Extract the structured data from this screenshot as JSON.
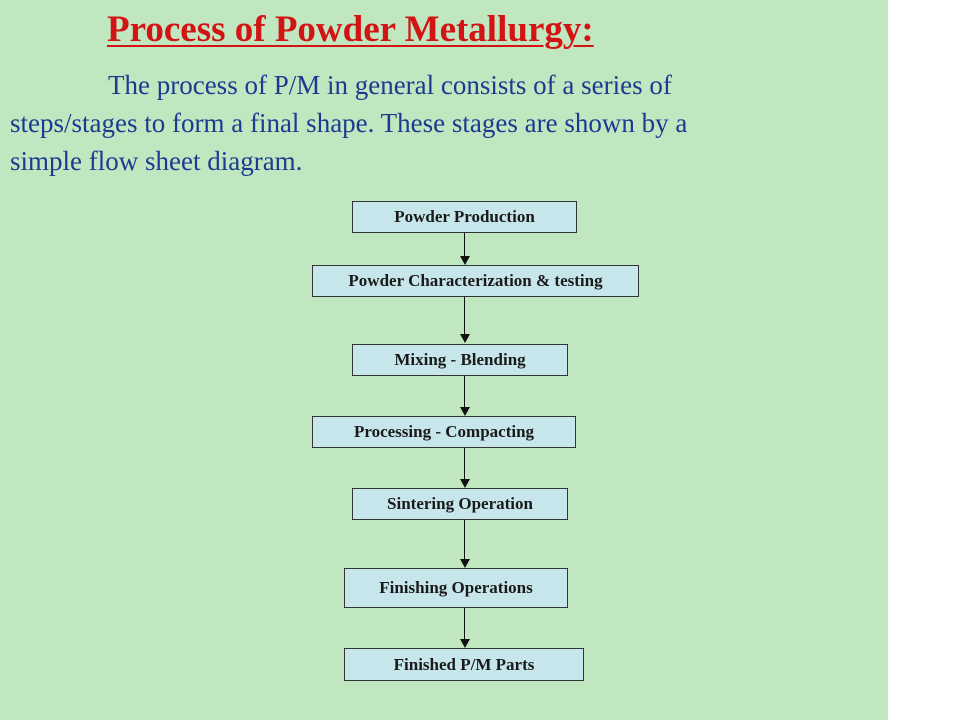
{
  "slide": {
    "title": "Process of Powder Metallurgy:",
    "intro_lines": [
      "The process of P/M in general consists of a series of",
      "steps/stages to form a final shape. These stages are shown by a",
      "simple flow sheet diagram."
    ],
    "colors": {
      "background": "#c1e7c1",
      "title": "#d21414",
      "body_text": "#1c3a8f",
      "box_fill": "#c6e6ec",
      "box_border": "#333333"
    }
  },
  "flow": {
    "steps": [
      "Powder Production",
      "Powder Characterization & testing",
      "Mixing - Blending",
      "Processing - Compacting",
      "Sintering Operation",
      "Finishing Operations",
      "Finished P/M Parts"
    ]
  }
}
